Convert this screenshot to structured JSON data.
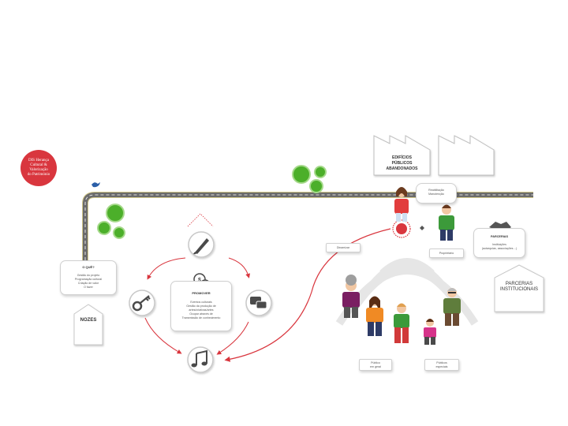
{
  "badge": {
    "line1": "DIS Herança",
    "line2": "Cultural &",
    "line3": "Valorização",
    "line4": "do Património"
  },
  "o_que": {
    "title": "O QUÊ?",
    "lines": [
      "Gestão do projeto",
      "Programação cultural",
      "Criação de valor",
      "O fazer"
    ]
  },
  "nozes": "NOZES",
  "promover": {
    "title": "PROMOVER",
    "lines": [
      "Eventos culturais",
      "Gestão da produção de",
      "artes/criativas/artes",
      "Ocupar através de",
      "Transmissão de conhecimento"
    ]
  },
  "edificios": {
    "line1": "EDIFÍCIOS",
    "line2": "PÚBLICOS",
    "line3": "ABANDONADOS"
  },
  "speech": {
    "line1": "Reabilitação",
    "line2": "Manutenção"
  },
  "labels": {
    "dinamizar": "Dinamizar",
    "proprietario": "Proprietário",
    "publico_geral_1": "Público",
    "publico_geral_2": "em geral",
    "publico_esp_1": "Públicos",
    "publico_esp_2": "especiais"
  },
  "parcerias": {
    "title": "PARCERIAS",
    "line1": "Instituições",
    "line2": "(autarquias, associações…)"
  },
  "parcerias_inst": {
    "line1": "PARCERIAS",
    "line2": "INSTITUCIONAIS"
  },
  "colors": {
    "badge_red": "#d9363e",
    "road": "#6b6b6b",
    "road_edge": "#d4c98a",
    "tree": "#4caf2a",
    "arrow_red": "#d9363e",
    "icon_dark": "#4a4a4a"
  },
  "icons": [
    "brush-icon",
    "key-icon",
    "chat-icon",
    "music-note-icon",
    "coins-icon",
    "handshake-icon",
    "bird-icon",
    "factory-icon",
    "location-pin-icon"
  ]
}
